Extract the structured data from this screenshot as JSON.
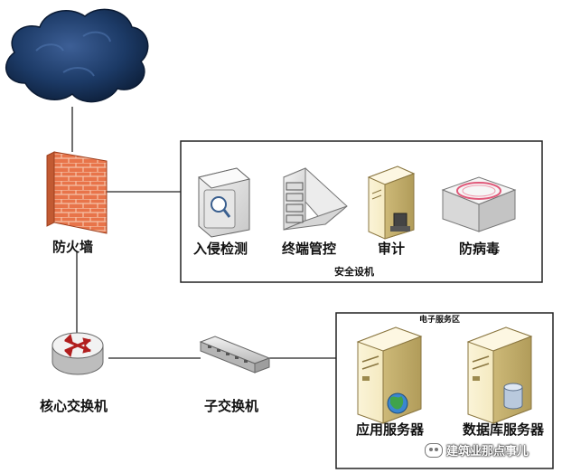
{
  "nodes": {
    "firewall": "防火墙",
    "core_switch": "核心交换机",
    "sub_switch": "子交换机"
  },
  "security_group": {
    "title": "安全设机",
    "items": [
      "入侵检测",
      "终端管控",
      "审计",
      "防病毒"
    ]
  },
  "server_group": {
    "title": "电子服务区",
    "items": [
      "应用服务器",
      "数据库服务器"
    ]
  },
  "watermark": "建筑业那点事儿",
  "colors": {
    "cloud": "#1c3a66",
    "firewall": "#e8744a",
    "server": "#f2e6b8",
    "line": "#222222"
  }
}
